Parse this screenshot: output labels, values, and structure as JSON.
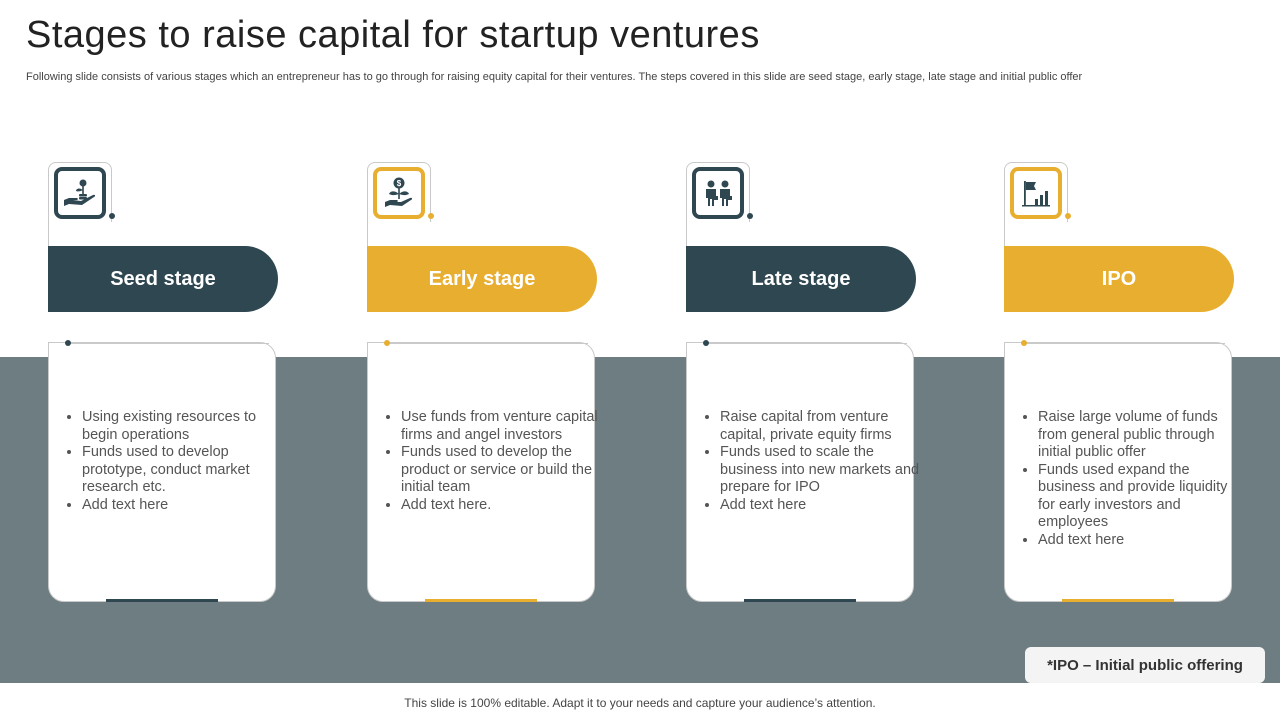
{
  "title": "Stages to raise capital for startup ventures",
  "subtitle": "Following slide consists of various stages which an entrepreneur has to go through for raising equity capital for their ventures. The steps covered in this slide are seed stage, early stage, late stage and initial public offer",
  "footer": "This slide is 100% editable. Adapt it to your needs and capture your audience’s attention.",
  "note": "*IPO – Initial public offering",
  "colors": {
    "dark": "#2f4751",
    "gold": "#e8ae2f",
    "band": "#6d7d82"
  },
  "stages": [
    {
      "label": "Seed stage",
      "icon": "hand-plant-icon",
      "bullets": [
        "Using existing resources to begin operations",
        "Funds used to develop prototype, conduct market research etc.",
        "Add text here"
      ]
    },
    {
      "label": "Early stage",
      "icon": "dollar-plant-icon",
      "bullets": [
        "Use funds from venture capital firms and angel investors",
        "Funds used to develop the product or service or build the initial team",
        "Add text here."
      ]
    },
    {
      "label": "Late stage",
      "icon": "businesspeople-icon",
      "bullets": [
        "Raise capital from venture capital, private equity firms",
        "Funds used to scale the business into new markets and prepare for IPO",
        "Add text here"
      ]
    },
    {
      "label": "IPO",
      "icon": "flag-chart-icon",
      "bullets": [
        "Raise large volume of funds from general public through initial public offer",
        "Funds used expand the business and provide liquidity for early investors and employees",
        "Add text here"
      ]
    }
  ]
}
